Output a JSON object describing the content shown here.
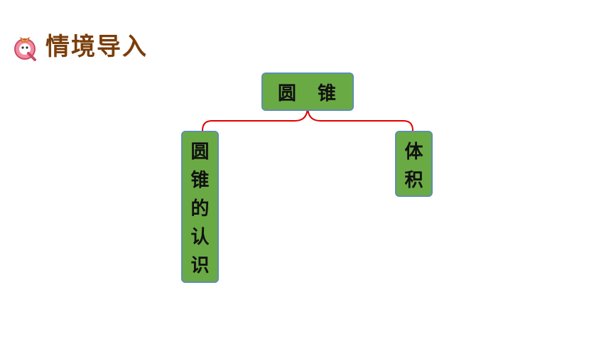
{
  "header": {
    "icon": "q-mascot-icon",
    "title": "情境导入"
  },
  "diagram": {
    "root": "圆　锥",
    "children": [
      {
        "label": "圆锥的认识",
        "chars": [
          "圆",
          "锥",
          "的",
          "认",
          "识"
        ]
      },
      {
        "label": "体积",
        "chars": [
          "体",
          "积"
        ]
      }
    ]
  },
  "colors": {
    "box_fill": "#6aaa45",
    "box_border": "#5d8fb0",
    "connector": "#e00000",
    "title": "#7a3e0a"
  }
}
